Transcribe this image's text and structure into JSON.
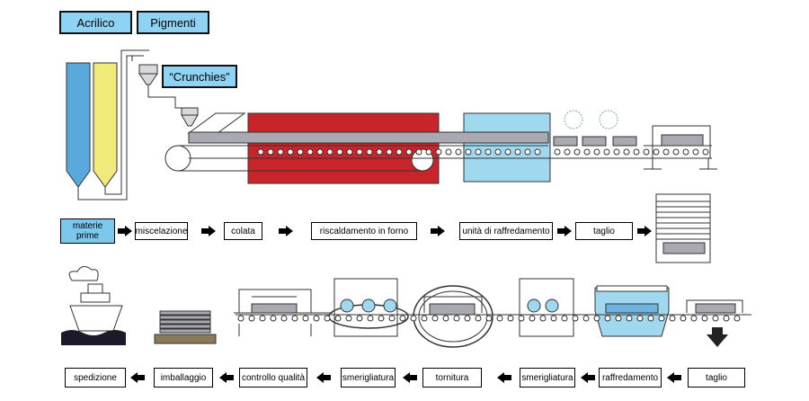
{
  "labels": {
    "acrilico": "Acrilico",
    "pigmenti": "Pigmenti",
    "crunchies": "“Crunchies”"
  },
  "row1": {
    "materie_prime": "materie prime",
    "miscelazione": "miscelazione",
    "colata": "colata",
    "riscaldamento": "riscaldamento in forno",
    "raffreddamento_unit": "unità di raffredamento",
    "taglio": "taglio"
  },
  "row2": {
    "spedizione": "spedizione",
    "imballaggio": "imballaggio",
    "controllo": "controllo qualità",
    "smerigliatura_1": "smerigliatura",
    "tornitura": "tornitura",
    "smerigliatura_2": "smerigliatura",
    "raffredamento": "raffredamento",
    "taglio": "taglio"
  },
  "colors": {
    "label_blue": "#8fd3f4",
    "silo_blue": "#5aa9dc",
    "silo_yellow": "#f2ea7a",
    "oven_red": "#c8252b",
    "cooling_blue": "#9fd8ef",
    "conveyor_gray": "#a9a9b2",
    "water_dark": "#1a1a2a"
  }
}
